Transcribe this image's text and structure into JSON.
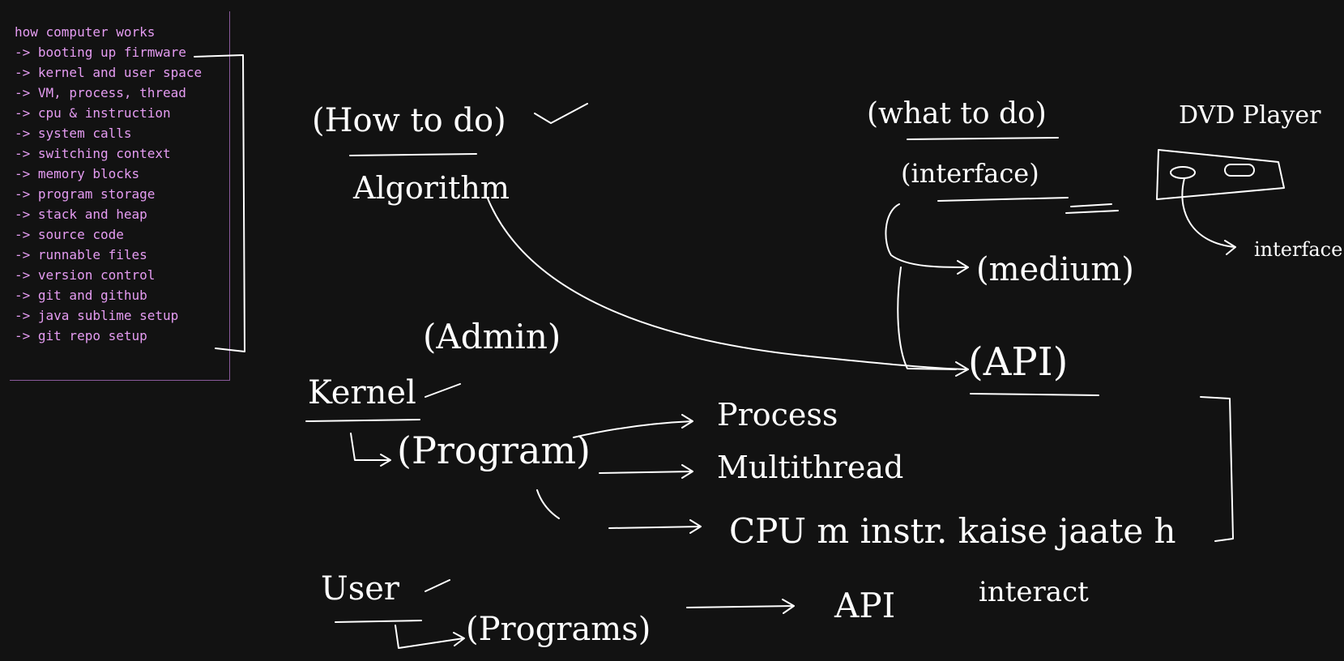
{
  "topics": {
    "title": "how computer works",
    "items": [
      "-> booting up firmware",
      "-> kernel and user space",
      "-> VM, process, thread",
      "-> cpu & instruction",
      "-> system calls",
      "-> switching context",
      "-> memory blocks",
      "-> program storage",
      "-> stack and heap",
      "-> source code",
      "-> runnable files",
      "-> version control",
      "-> git and github",
      "-> java sublime setup",
      "-> git repo setup"
    ]
  },
  "notes": {
    "how_to_do": "(How to do)",
    "algorithm": "Algorithm",
    "what_to_do": "(what to do)",
    "interface": "(interface)",
    "medium": "(medium)",
    "api": "(API)",
    "dvd_player": "DVD Player",
    "dvd_interface": "interface",
    "admin": "(Admin)",
    "kernel": "Kernel",
    "program": "(Program)",
    "process": "Process",
    "multithread": "Multithread",
    "cpu_line": "CPU m instr. kaise jaate h",
    "user": "User",
    "programs": "(Programs)",
    "api_short": "API",
    "interact": "interact"
  },
  "colors": {
    "background": "#121212",
    "ink": "#ffffff",
    "list_text": "#e59cf2",
    "list_border": "#8a5a9c"
  }
}
